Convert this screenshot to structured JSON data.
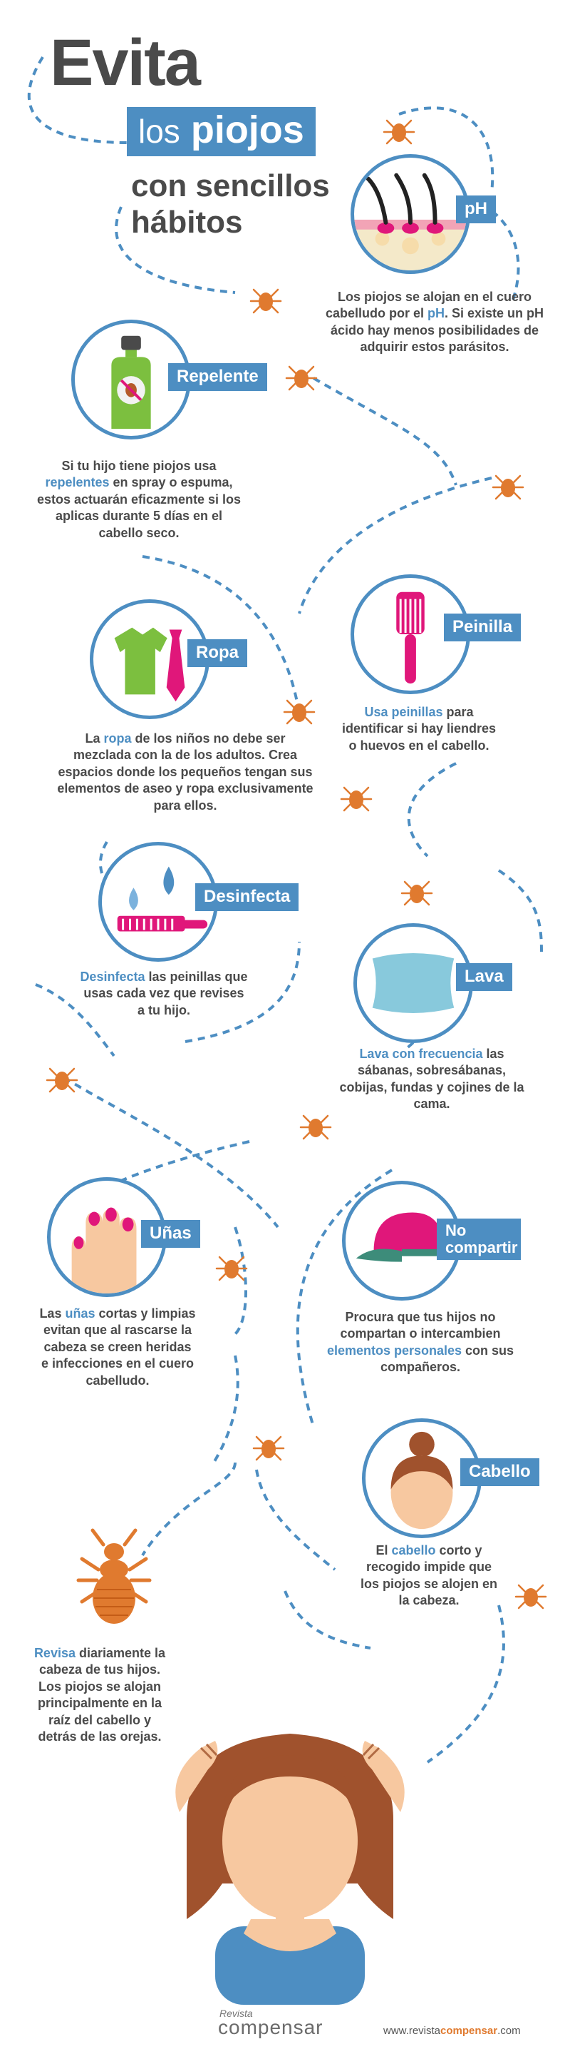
{
  "header": {
    "title_evita": "Evita",
    "title_los": "los",
    "title_piojos": "piojos",
    "title_line3": "con sencillos",
    "title_line4": "hábitos"
  },
  "colors": {
    "accent": "#4d8ec2",
    "magenta": "#e0177a",
    "bug": "#e07a2f",
    "green": "#7cbf3f"
  },
  "sections": {
    "ph": {
      "tag": "pH",
      "icon": "hair-follicle-icon",
      "t1": "Los piojos se alojan en el cuero cabelludo por el ",
      "h1": "pH",
      "t2": ". Si existe un pH ácido hay menos posibilidades de adquirir estos parásitos."
    },
    "repelente": {
      "tag": "Repelente",
      "icon": "spray-bottle-icon",
      "t1": "Si tu hijo tiene piojos usa ",
      "h1": "repelentes",
      "t2": " en spray o espuma, estos actuarán eficazmente si los aplicas durante 5 días en el cabello seco."
    },
    "peinilla": {
      "tag": "Peinilla",
      "icon": "comb-icon",
      "h1": "Usa peinillas",
      "t1": " para identificar si hay liendres o huevos en el cabello."
    },
    "ropa": {
      "tag": "Ropa",
      "icon": "shirt-tie-icon",
      "t1": "La ",
      "h1": "ropa",
      "t2": " de los niños no debe ser mezclada con la de los adultos. Crea espacios donde los pequeños tengan sus elementos de aseo y ropa exclusivamente para ellos."
    },
    "desinfecta": {
      "tag": "Desinfecta",
      "icon": "comb-drops-icon",
      "h1": "Desinfecta",
      "t1": " las peinillas que usas cada vez que revises a tu hijo."
    },
    "lava": {
      "tag": "Lava",
      "icon": "pillow-icon",
      "h1": "Lava con frecuencia",
      "t1": " las sábanas, sobresábanas, cobijas, fundas y cojines de la cama."
    },
    "unas": {
      "tag": "Uñas",
      "icon": "hand-nails-icon",
      "t1": "Las ",
      "h1": "uñas",
      "t2": " cortas y limpias evitan que al rascarse la cabeza se creen heridas e infecciones en el cuero cabelludo."
    },
    "compartir": {
      "tag": "No compartir",
      "icon": "cap-icon",
      "t1": "Procura que tus hijos no compartan o intercambien ",
      "h1": "elementos personales",
      "t2": " con sus compañeros."
    },
    "cabello": {
      "tag": "Cabello",
      "icon": "girl-bun-icon",
      "t1": "El ",
      "h1": "cabello",
      "t2": " corto y recogido impide que los piojos se alojen en la cabeza."
    },
    "revisa": {
      "icon": "louse-icon",
      "h1": "Revisa",
      "t1": " diariamente la cabeza de tus hijos. Los piojos se alojan principalmente en la raíz del cabello y detrás de las orejas."
    }
  },
  "footer": {
    "brand_small": "Revista",
    "brand": "compensar",
    "url_pre": "www.revista",
    "url_hl": "compensar",
    "url_post": ".com"
  }
}
